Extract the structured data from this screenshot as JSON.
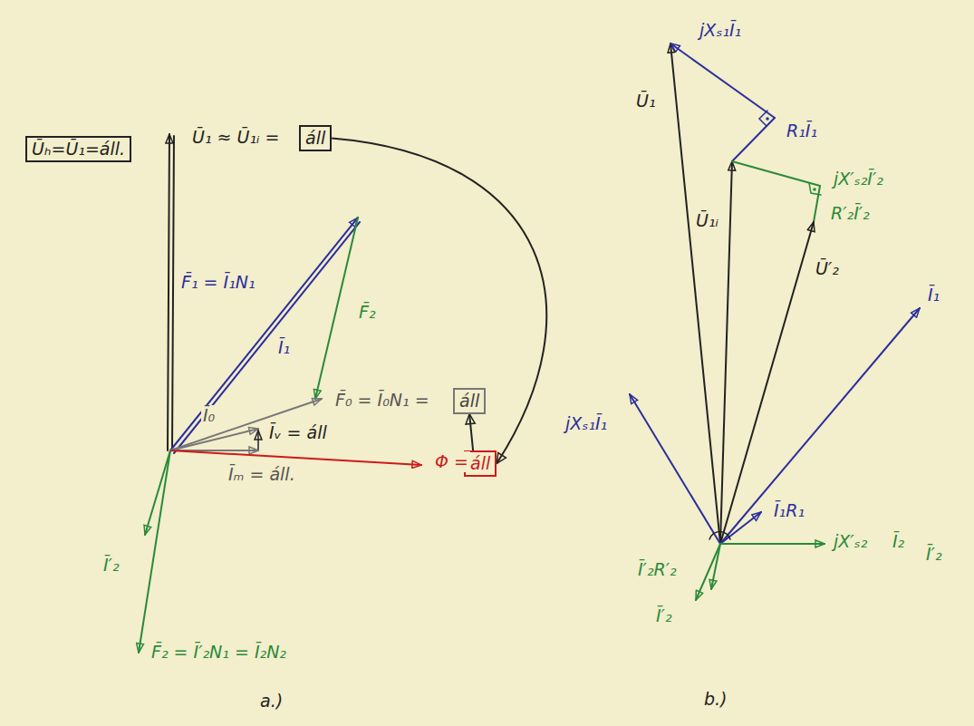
{
  "diagram": {
    "nodes": [
      {
        "text": [
          "Ūₕ=Ū₁=áll."
        ]
      },
      {
        "text": [
          "áll"
        ]
      },
      {
        "text": [
          "áll"
        ]
      },
      {
        "text": [
          "áll"
        ]
      }
    ],
    "edges": [
      {
        "from": 1,
        "to": 3,
        "arrow": "to"
      },
      {
        "from": 3,
        "to": 2,
        "arrow": "to"
      }
    ],
    "labels": [
      "Ū₁ ≈ Ū₁ᵢ =",
      "F̄₁ = Ī₁N₁",
      "Ī₁",
      "F̄₂",
      "F̄₀ = Ī₀N₁ =",
      "Ī₀",
      "Īᵥ = áll",
      "Īₘ = áll.",
      "Φ =",
      "Ī′₂",
      "F̄₂ = Ī′₂N₁ = Ī₂N₂",
      "a.)",
      "Ū₁",
      "jXₛ₁Ī₁",
      "R₁Ī₁",
      "jX′ₛ₂Ī′₂",
      "R′₂Ī′₂",
      "Ū₁ᵢ",
      "Ū′₂",
      "Ī₁",
      "jXₛ₁Ī₁",
      "Ī₁R₁",
      "Ī′₂R′₂",
      "jX′ₛ₂",
      "Ī₂",
      "Ī′₂",
      "Ī′₂",
      "b.)"
    ]
  }
}
